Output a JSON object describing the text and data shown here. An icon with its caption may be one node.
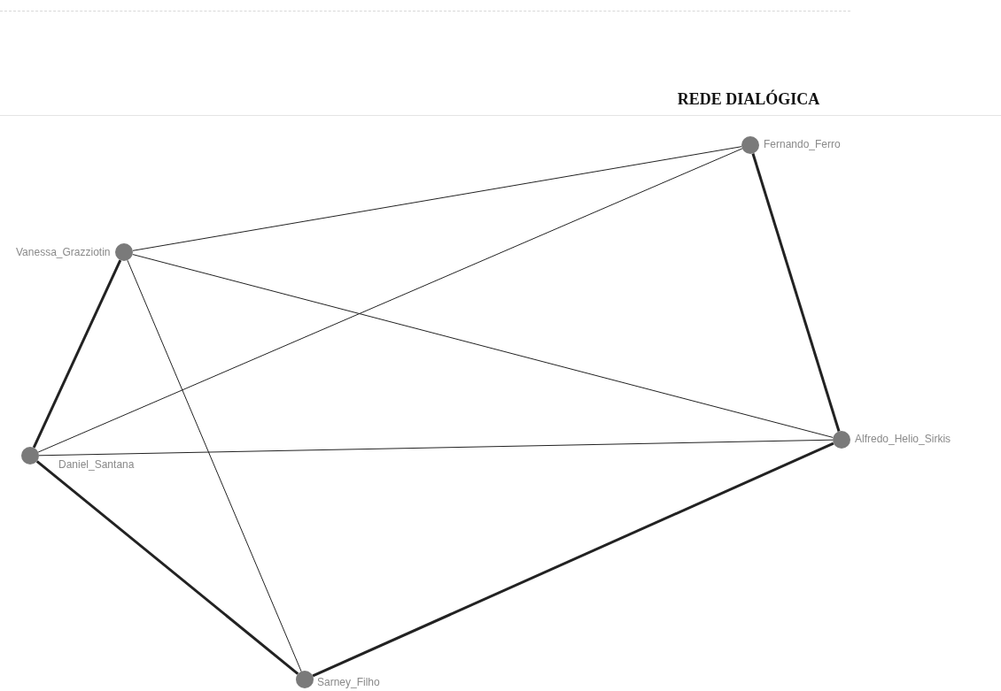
{
  "diagram": {
    "title": "REDE DIALÓGICA",
    "nodes": [
      {
        "text": [],
        "shape": "circle",
        "beside": [
          "Fernando_Ferro"
        ]
      },
      {
        "text": [],
        "shape": "circle",
        "beside": [
          "Vanessa_Grazziotin"
        ]
      },
      {
        "text": [],
        "shape": "circle",
        "beside": [
          "Daniel_Santana"
        ]
      },
      {
        "text": [],
        "shape": "circle",
        "beside": [
          "Alfredo_Helio_Sirkis"
        ]
      },
      {
        "text": [],
        "shape": "circle",
        "beside": [
          "Sarney_Filho"
        ]
      }
    ],
    "edges": [
      {
        "from": 1,
        "to": 0,
        "arrow": "none"
      },
      {
        "from": 2,
        "to": 0,
        "arrow": "none"
      },
      {
        "from": 0,
        "to": 3,
        "arrow": "none",
        "style": "thick"
      },
      {
        "from": 1,
        "to": 3,
        "arrow": "none"
      },
      {
        "from": 1,
        "to": 2,
        "arrow": "none",
        "style": "thick"
      },
      {
        "from": 1,
        "to": 4,
        "arrow": "none"
      },
      {
        "from": 2,
        "to": 3,
        "arrow": "none"
      },
      {
        "from": 2,
        "to": 4,
        "arrow": "none",
        "style": "thick"
      },
      {
        "from": 3,
        "to": 4,
        "arrow": "none",
        "style": "thick"
      }
    ]
  }
}
